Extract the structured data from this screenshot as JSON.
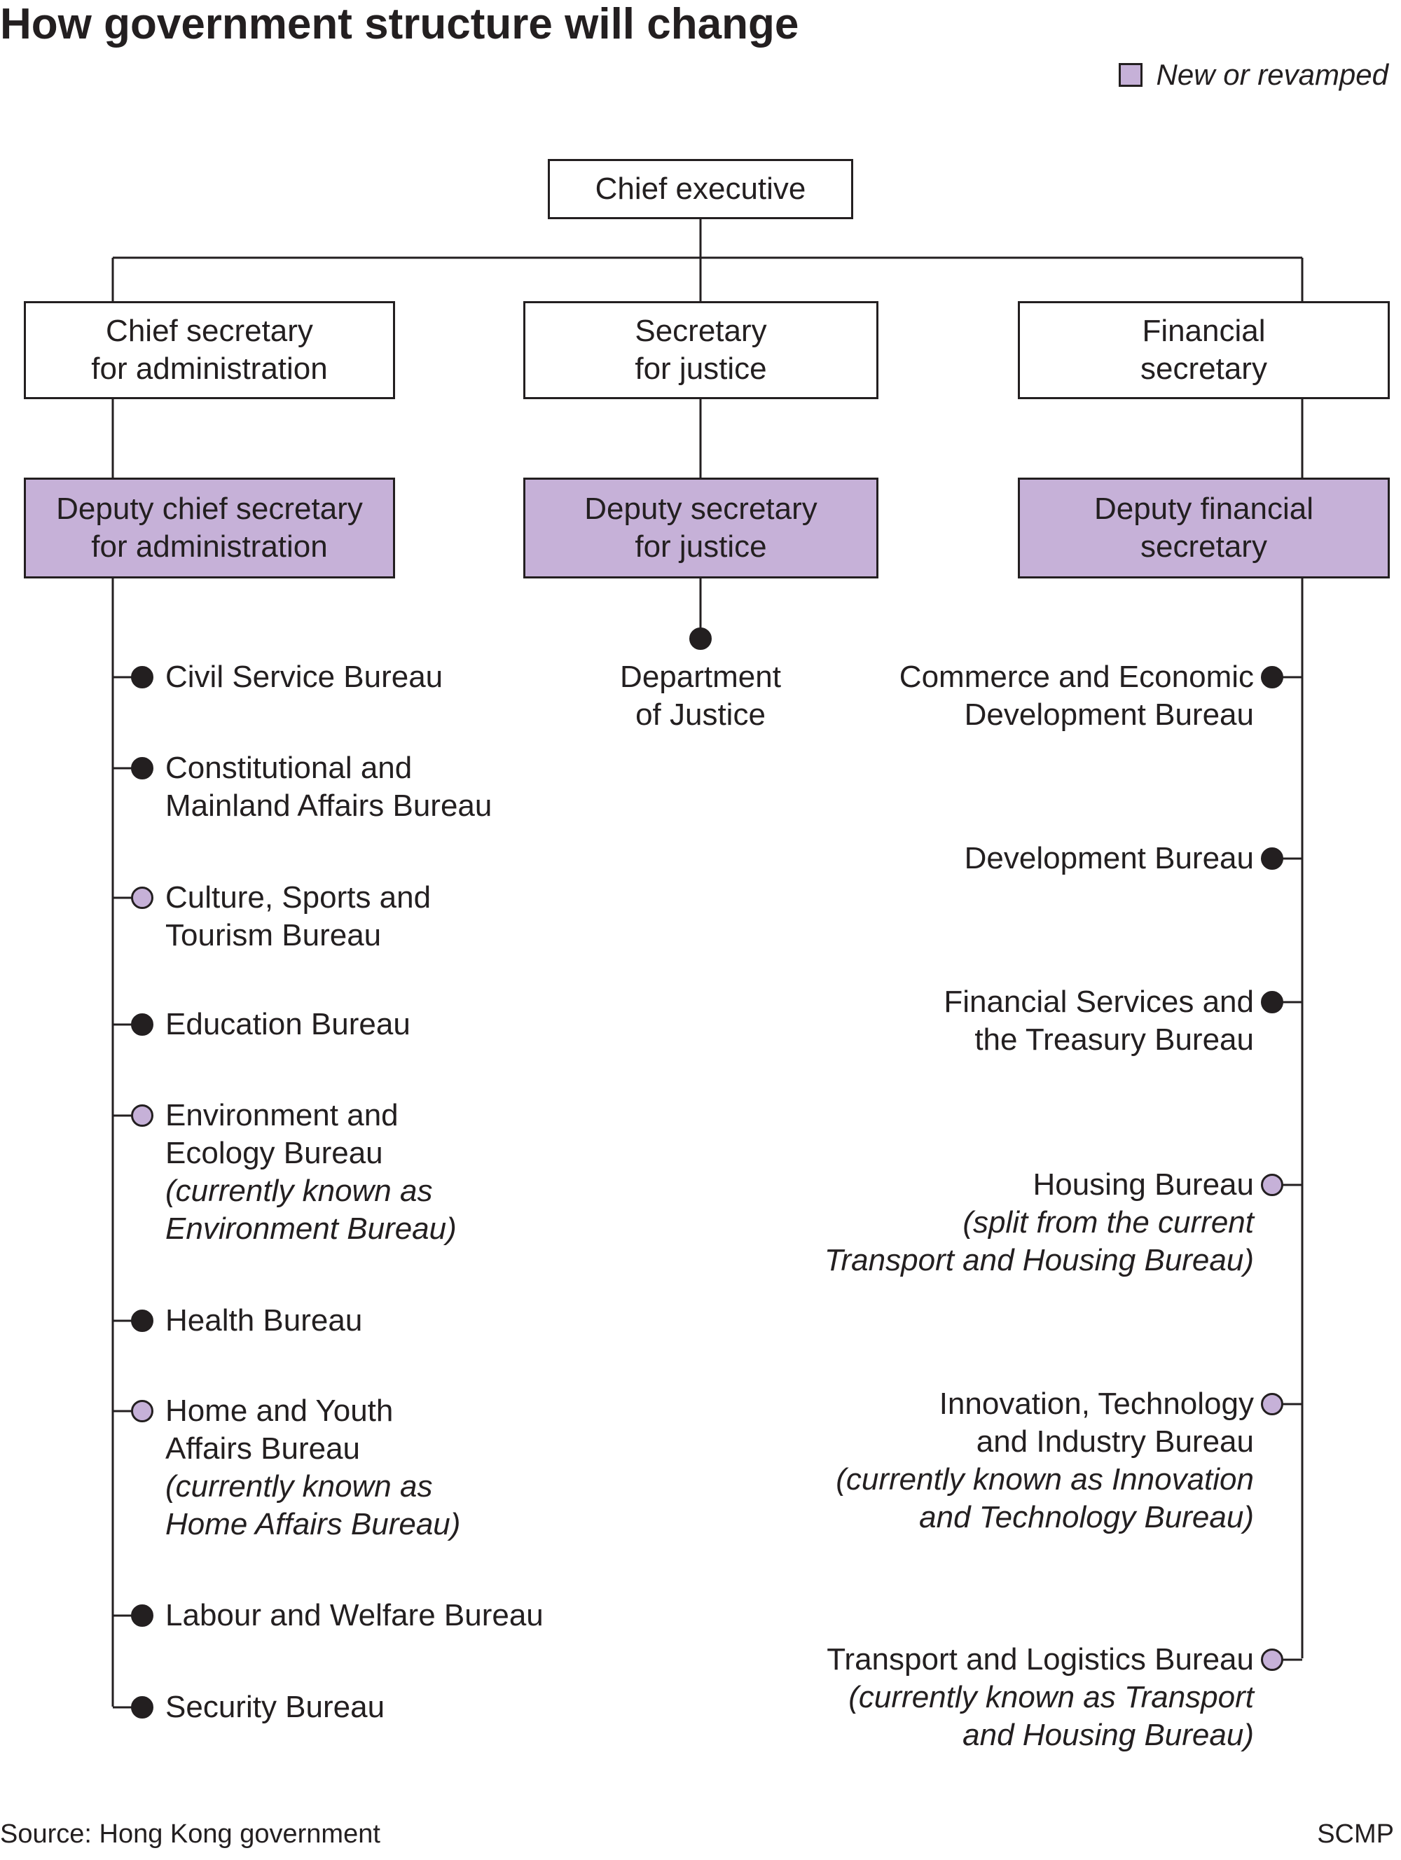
{
  "title": "How government structure will change",
  "legend": {
    "label": "New or revamped",
    "color": "#c6b1d8"
  },
  "nodes": {
    "chief_executive": "Chief executive",
    "chief_secretary": "Chief secretary\nfor administration",
    "secretary_justice": "Secretary\nfor justice",
    "financial_secretary": "Financial\nsecretary",
    "deputy_chief_secretary": "Deputy chief secretary\nfor administration",
    "deputy_secretary_justice": "Deputy secretary\nfor justice",
    "deputy_financial_secretary": "Deputy financial\nsecretary"
  },
  "left_bureaus": [
    {
      "lines": [
        "Civil Service Bureau"
      ],
      "note": [],
      "new": false
    },
    {
      "lines": [
        "Constitutional and",
        "Mainland Affairs Bureau"
      ],
      "note": [],
      "new": false
    },
    {
      "lines": [
        "Culture, Sports and",
        "Tourism Bureau"
      ],
      "note": [],
      "new": true
    },
    {
      "lines": [
        "Education Bureau"
      ],
      "note": [],
      "new": false
    },
    {
      "lines": [
        "Environment and",
        "Ecology Bureau"
      ],
      "note": [
        "(currently known as",
        "Environment Bureau)"
      ],
      "new": true
    },
    {
      "lines": [
        "Health Bureau"
      ],
      "note": [],
      "new": false
    },
    {
      "lines": [
        "Home and Youth",
        "Affairs Bureau"
      ],
      "note": [
        "(currently known as",
        "Home Affairs Bureau)"
      ],
      "new": true
    },
    {
      "lines": [
        "Labour and Welfare Bureau"
      ],
      "note": [],
      "new": false
    },
    {
      "lines": [
        "Security Bureau"
      ],
      "note": [],
      "new": false
    }
  ],
  "center_bureaus": [
    {
      "lines": [
        "Department",
        "of Justice"
      ],
      "note": [],
      "new": false
    }
  ],
  "right_bureaus": [
    {
      "lines": [
        "Commerce and Economic",
        "Development Bureau"
      ],
      "note": [],
      "new": false
    },
    {
      "lines": [
        "Development Bureau"
      ],
      "note": [],
      "new": false
    },
    {
      "lines": [
        "Financial Services and",
        "the Treasury Bureau"
      ],
      "note": [],
      "new": false
    },
    {
      "lines": [
        "Housing Bureau"
      ],
      "note": [
        "(split from the current",
        "Transport and Housing Bureau)"
      ],
      "new": true
    },
    {
      "lines": [
        "Innovation, Technology",
        "and Industry Bureau"
      ],
      "note": [
        "(currently known as Innovation",
        "and Technology Bureau)"
      ],
      "new": true
    },
    {
      "lines": [
        "Transport and Logistics Bureau"
      ],
      "note": [
        "(currently known as Transport",
        "and Housing Bureau)"
      ],
      "new": true
    }
  ],
  "footer": {
    "source": "Source: Hong Kong government",
    "credit": "SCMP"
  }
}
